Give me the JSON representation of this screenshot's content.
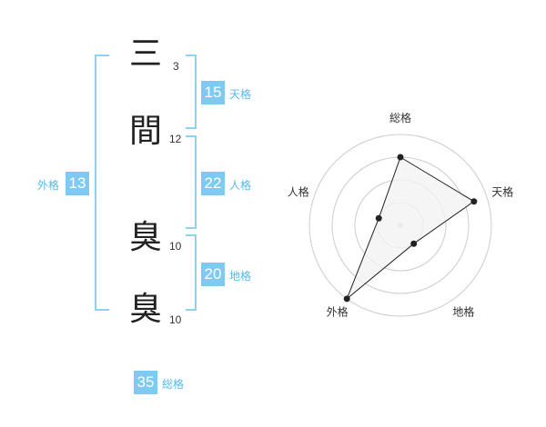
{
  "name_chars": [
    {
      "char": "三",
      "strokes": "3"
    },
    {
      "char": "間",
      "strokes": "12"
    },
    {
      "char": "臭",
      "strokes": "10"
    },
    {
      "char": "臭",
      "strokes": "10"
    }
  ],
  "kakusu": {
    "tenkaku": {
      "value": "15",
      "label": "天格"
    },
    "jinkaku": {
      "value": "22",
      "label": "人格"
    },
    "chikaku": {
      "value": "20",
      "label": "地格"
    },
    "gaikaku": {
      "value": "13",
      "label": "外格"
    },
    "soukaku": {
      "value": "35",
      "label": "総格"
    }
  },
  "chart_data": {
    "type": "radar",
    "axes": [
      "総格",
      "天格",
      "地格",
      "外格",
      "人格"
    ],
    "values": [
      0.75,
      0.85,
      0.25,
      1.0,
      0.25
    ],
    "rings": 4,
    "colors": {
      "line": "#222222",
      "fill": "#f2f2f2",
      "ring": "#cccccc"
    }
  }
}
